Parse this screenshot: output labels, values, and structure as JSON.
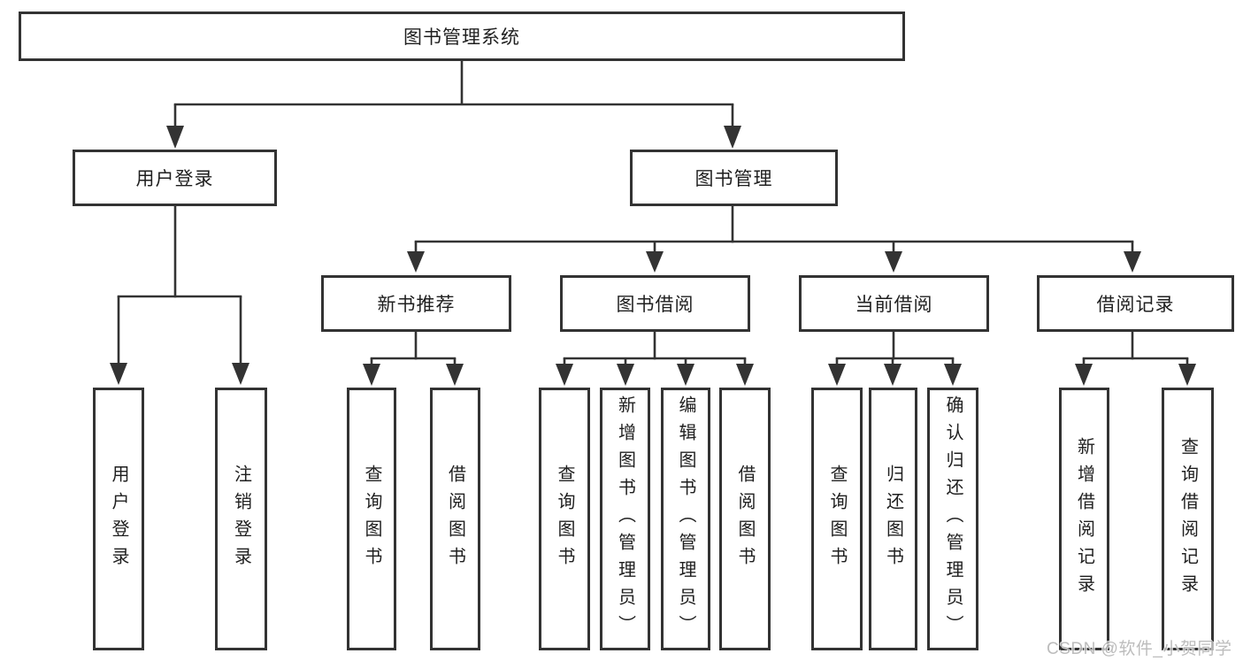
{
  "diagram": {
    "root": {
      "label": "图书管理系统"
    },
    "user_login": {
      "label": "用户登录",
      "children": [
        {
          "label": "用户登录"
        },
        {
          "label": "注销登录"
        }
      ]
    },
    "book_management": {
      "label": "图书管理",
      "sections": [
        {
          "label": "新书推荐",
          "children": [
            {
              "label": "查询图书"
            },
            {
              "label": "借阅图书"
            }
          ]
        },
        {
          "label": "图书借阅",
          "children": [
            {
              "label": "查询图书"
            },
            {
              "label": "新增图书（管理员）"
            },
            {
              "label": "编辑图书（管理员）"
            },
            {
              "label": "借阅图书"
            }
          ]
        },
        {
          "label": "当前借阅",
          "children": [
            {
              "label": "查询图书"
            },
            {
              "label": "归还图书"
            },
            {
              "label": "确认归还（管理员）"
            }
          ]
        },
        {
          "label": "借阅记录",
          "children": [
            {
              "label": "新增借阅记录"
            },
            {
              "label": "查询借阅记录"
            }
          ]
        }
      ]
    },
    "watermark": "CSDN @软件_小贺同学"
  },
  "colors": {
    "line": "#333333",
    "text": "#1f1f1f",
    "watermark": "#b5b5b5",
    "background": "#ffffff"
  }
}
